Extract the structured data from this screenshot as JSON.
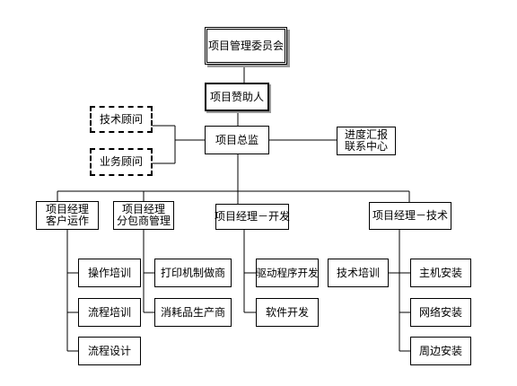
{
  "nodes": {
    "committee": "项目管理委员会",
    "sponsor": "项目赞助人",
    "director": "项目总监",
    "tech_advisor": "技术顾问",
    "biz_advisor": "业务顾问",
    "progress_report": [
      "进度汇报",
      "联系中心"
    ],
    "pm_customer_ops": [
      "项目经理",
      "客户运作"
    ],
    "pm_subcontract": [
      "项目经理",
      "分包商管理"
    ],
    "pm_dev": "项目经理－开发",
    "pm_tech": "项目经理－技术",
    "op_training": "操作培训",
    "flow_training": "流程培训",
    "flow_design": "流程设计",
    "printer_maker": "打印机制做商",
    "consumables_maker": "消耗品生产商",
    "driver_dev": "驱动程序开发",
    "software_dev": "软件开发",
    "tech_training": "技术培训",
    "host_install": "主机安装",
    "network_install": "网络安装",
    "peripheral_install": "周边安装"
  }
}
